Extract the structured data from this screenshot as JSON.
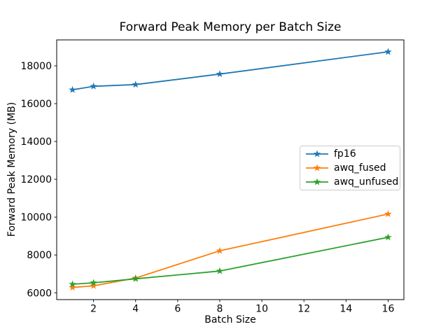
{
  "figure": {
    "background": "#ffffff"
  },
  "chart_data": {
    "type": "line",
    "title": "Forward Peak Memory per Batch Size",
    "xlabel": "Batch Size",
    "ylabel": "Forward Peak Memory (MB)",
    "x": [
      1,
      2,
      4,
      8,
      16
    ],
    "series": [
      {
        "name": "fp16",
        "color": "#1f77b4",
        "values": [
          16730,
          16915,
          17010,
          17565,
          18740
        ]
      },
      {
        "name": "awq_fused",
        "color": "#ff7f0e",
        "values": [
          6280,
          6370,
          6780,
          8220,
          10165
        ]
      },
      {
        "name": "awq_unfused",
        "color": "#2ca02c",
        "values": [
          6455,
          6530,
          6740,
          7150,
          8935
        ]
      }
    ],
    "xticks": [
      2,
      4,
      6,
      8,
      10,
      12,
      14,
      16
    ],
    "yticks": [
      6000,
      8000,
      10000,
      12000,
      14000,
      16000,
      18000
    ],
    "xlim": [
      0.25,
      16.75
    ],
    "ylim": [
      5640,
      19370
    ],
    "grid": false,
    "marker": "star",
    "line_width": 1.8,
    "axes_color": "#000000",
    "legend": {
      "position": "center-right",
      "border_color": "#cccccc"
    }
  }
}
